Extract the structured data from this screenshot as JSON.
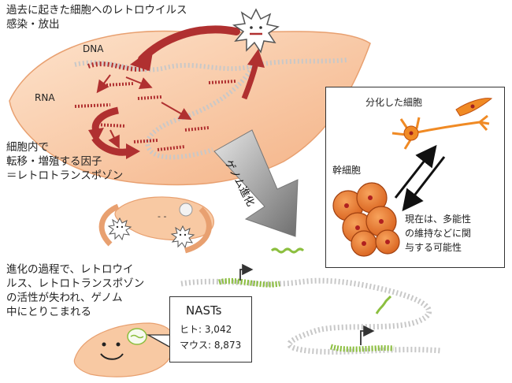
{
  "top_caption": "過去に起きた細胞へのレトロウイルス\n感染・放出",
  "label_dna": "DNA",
  "label_rna": "RNA",
  "left_caption": "細胞内で\n転移・増殖する因子\n＝レトロトランスポゾン",
  "arrow_label": "ゲノム進化",
  "panel": {
    "title": "分化した細胞",
    "stem_label": "幹細胞",
    "note": "現在は、多能性\nの維持などに関\n与する可能性"
  },
  "bottom_caption": "進化の過程で、レトロウイ\nルス、レトロトランスポゾン\nの活性が失われ、ゲノム\n中にとりこまれる",
  "nasts": {
    "title": "NASTs",
    "human": "ヒト: 3,042",
    "mouse": "マウス: 8,873"
  },
  "colors": {
    "cell_fill": "#f8c9a3",
    "dna_red": "#b03030",
    "dna_grey": "#c8c8c8",
    "rna_green": "#8cbf3f",
    "stem_orange": "#e8702a",
    "neuron_orange": "#f08a24",
    "arrow_grey": "#8a8a8a"
  }
}
